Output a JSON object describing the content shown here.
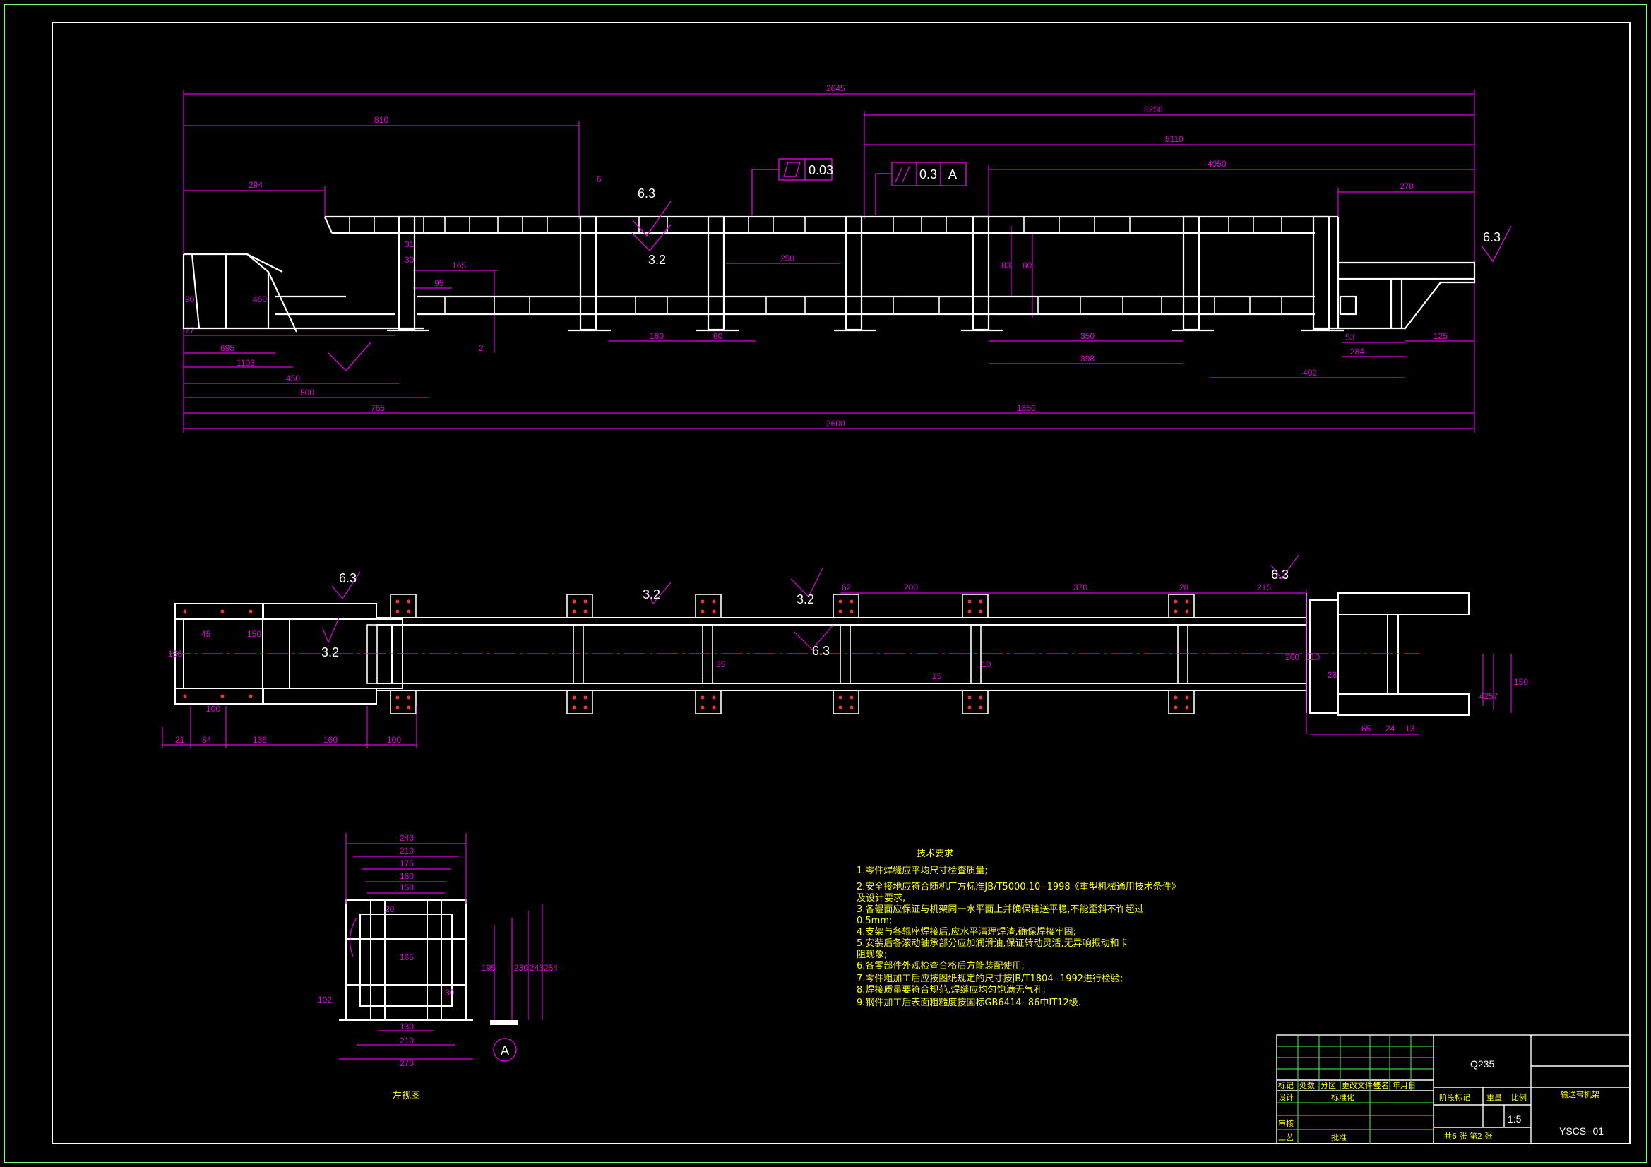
{
  "drawing": {
    "front_view": {
      "dims_top": [
        "2645",
        "810",
        "6250",
        "5110",
        "4950",
        "294",
        "278"
      ],
      "dims_mid": [
        "31",
        "30",
        "165",
        "95",
        "250",
        "80",
        "83",
        "2",
        "180",
        "60",
        "350",
        "398",
        "402",
        "53",
        "284",
        "125",
        "450",
        "460",
        "90",
        "27",
        "695",
        "1103",
        "6"
      ],
      "dims_bottom": [
        "500",
        "765",
        "1850",
        "2600"
      ],
      "flatness_value": "0.03",
      "parallel_value": "0.3",
      "datum": "A",
      "roughness": [
        "6.3",
        "3.2",
        "6.3"
      ]
    },
    "top_view": {
      "dims": [
        "62",
        "200",
        "370",
        "28",
        "215",
        "25",
        "35",
        "10",
        "110",
        "260",
        "21",
        "84",
        "136",
        "160",
        "100",
        "150",
        "45",
        "196",
        "100",
        "65",
        "24",
        "13",
        "28",
        "42",
        "57",
        "150"
      ],
      "roughness": [
        "6.3",
        "3.2",
        "3.2",
        "3.2",
        "6.3",
        "6.3"
      ]
    },
    "side_view": {
      "dims": [
        "243",
        "210",
        "175",
        "160",
        "158",
        "165",
        "130",
        "210",
        "270",
        "195",
        "230",
        "243",
        "254",
        "102",
        "30",
        "20"
      ],
      "label": "左视图",
      "section_mark": "A"
    },
    "tech_requirements": {
      "title": "技术要求",
      "lines": [
        "1.零件焊缝应平均尺寸检查质量;",
        "2.安全接地应符合随机厂方标准JB/T5000.10--1998《重型机械通用技术条件》",
        "  及设计要求,",
        "3.各辊面应保证与机架同一水平面上并确保输送平稳,不能歪斜不许超过",
        "  0.5mm;",
        "4.支架与各辊座焊接后,应水平清理焊渣,确保焊接牢固;",
        "5.安装后各滚动轴承部分应加润滑油,保证转动灵活,无异响振动和卡",
        "  阻现象;",
        "6.各零部件外观检查合格后方能装配使用;",
        "7.零件粗加工后应按图纸规定的尺寸按JB/T1804--1992进行检验;",
        "8.焊接质量要符合规范,焊缝应均匀饱满无气孔;",
        "9.钢件加工后表面粗糙度按国标GB6414--86中IT12级."
      ]
    },
    "title_block": {
      "material": "Q235",
      "name": "输送带机架",
      "code": "YSCS--01",
      "scale": "1:5",
      "scale_header": "比例",
      "weight_header": "重量",
      "stage_header": "阶段标记",
      "sheets": "共6 张 第2 张",
      "labels": [
        "标记",
        "处数",
        "分区",
        "更改文件号",
        "签名",
        "年月日",
        "设计",
        "标准化",
        "审核",
        "工艺",
        "批准"
      ]
    }
  }
}
